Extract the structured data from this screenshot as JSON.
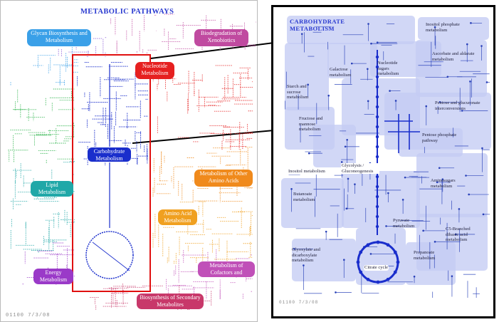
{
  "overview": {
    "title": "METABOLIC PATHWAYS",
    "categories": {
      "glycan": "Glycan Biosynthesis and Metabolism",
      "xenobiotics": "Biodegradation of Xenobiotics",
      "nucleotide": "Nucleotide Metabolism",
      "carbohydrate": "Carbohydrate Metabolism",
      "lipid": "Lipid Metabolism",
      "other_amino": "Metabolism of Other Amino Acids",
      "amino": "Amino Acid Metabolism",
      "energy": "Energy Metabolism",
      "cofactors": "Metabolism of Cofactors and Vitamins",
      "secondary": "Biosynthesis of Secondary Metabolites"
    },
    "colors": {
      "glycan": "#3aa0e8",
      "xenobiotics": "#c04aa0",
      "nucleotide": "#e62020",
      "carbohydrate": "#1a2ecc",
      "lipid": "#20a8a8",
      "other_amino": "#f08a1c",
      "amino": "#f0a020",
      "energy": "#9a3ac8",
      "cofactors": "#c050b8",
      "secondary": "#c8386a",
      "highlight_box": "#e01010"
    },
    "footer": "01100 7/3/08"
  },
  "detail": {
    "title": "CARBOHYDRATE METABOLISM",
    "pathways": {
      "inositol_phosphate": "Inositol phosphate metabolism",
      "ascorbate": "Ascorbate and aldarate metabolism",
      "galactose": "Galactose metabolism",
      "nucleotide_sugars": "Nucleotide sugars metabolism",
      "starch": "Starch and sucrose metabolism",
      "pentose_glucuronate": "Pentose and glucuronate interconversions",
      "fructose": "Fructose and mannose metabolism",
      "pentose_phosphate": "Pentose phosphate pathway",
      "inositol": "Inositol metabolism",
      "glycolysis": "Glycolysis / Gluconeogenesis",
      "aminosugars": "Aminosugars metabolism",
      "butanoate": "Butanoate metabolism",
      "pyruvate": "Pyruvate metabolism",
      "c5_branched": "C5-Branched dibasic acid metabolism",
      "glyoxylate": "Glyoxylate and dicarboxylate metabolism",
      "propanoate": "Propanoate metabolism",
      "citrate": "Citrate cycle"
    },
    "colors": {
      "region_fill": "#c4ccf4",
      "pathway_line": "#2840b8",
      "node_dark": "#1a2ecc",
      "label_fill": "#ffffff"
    },
    "footer": "01100 7/3/08"
  }
}
